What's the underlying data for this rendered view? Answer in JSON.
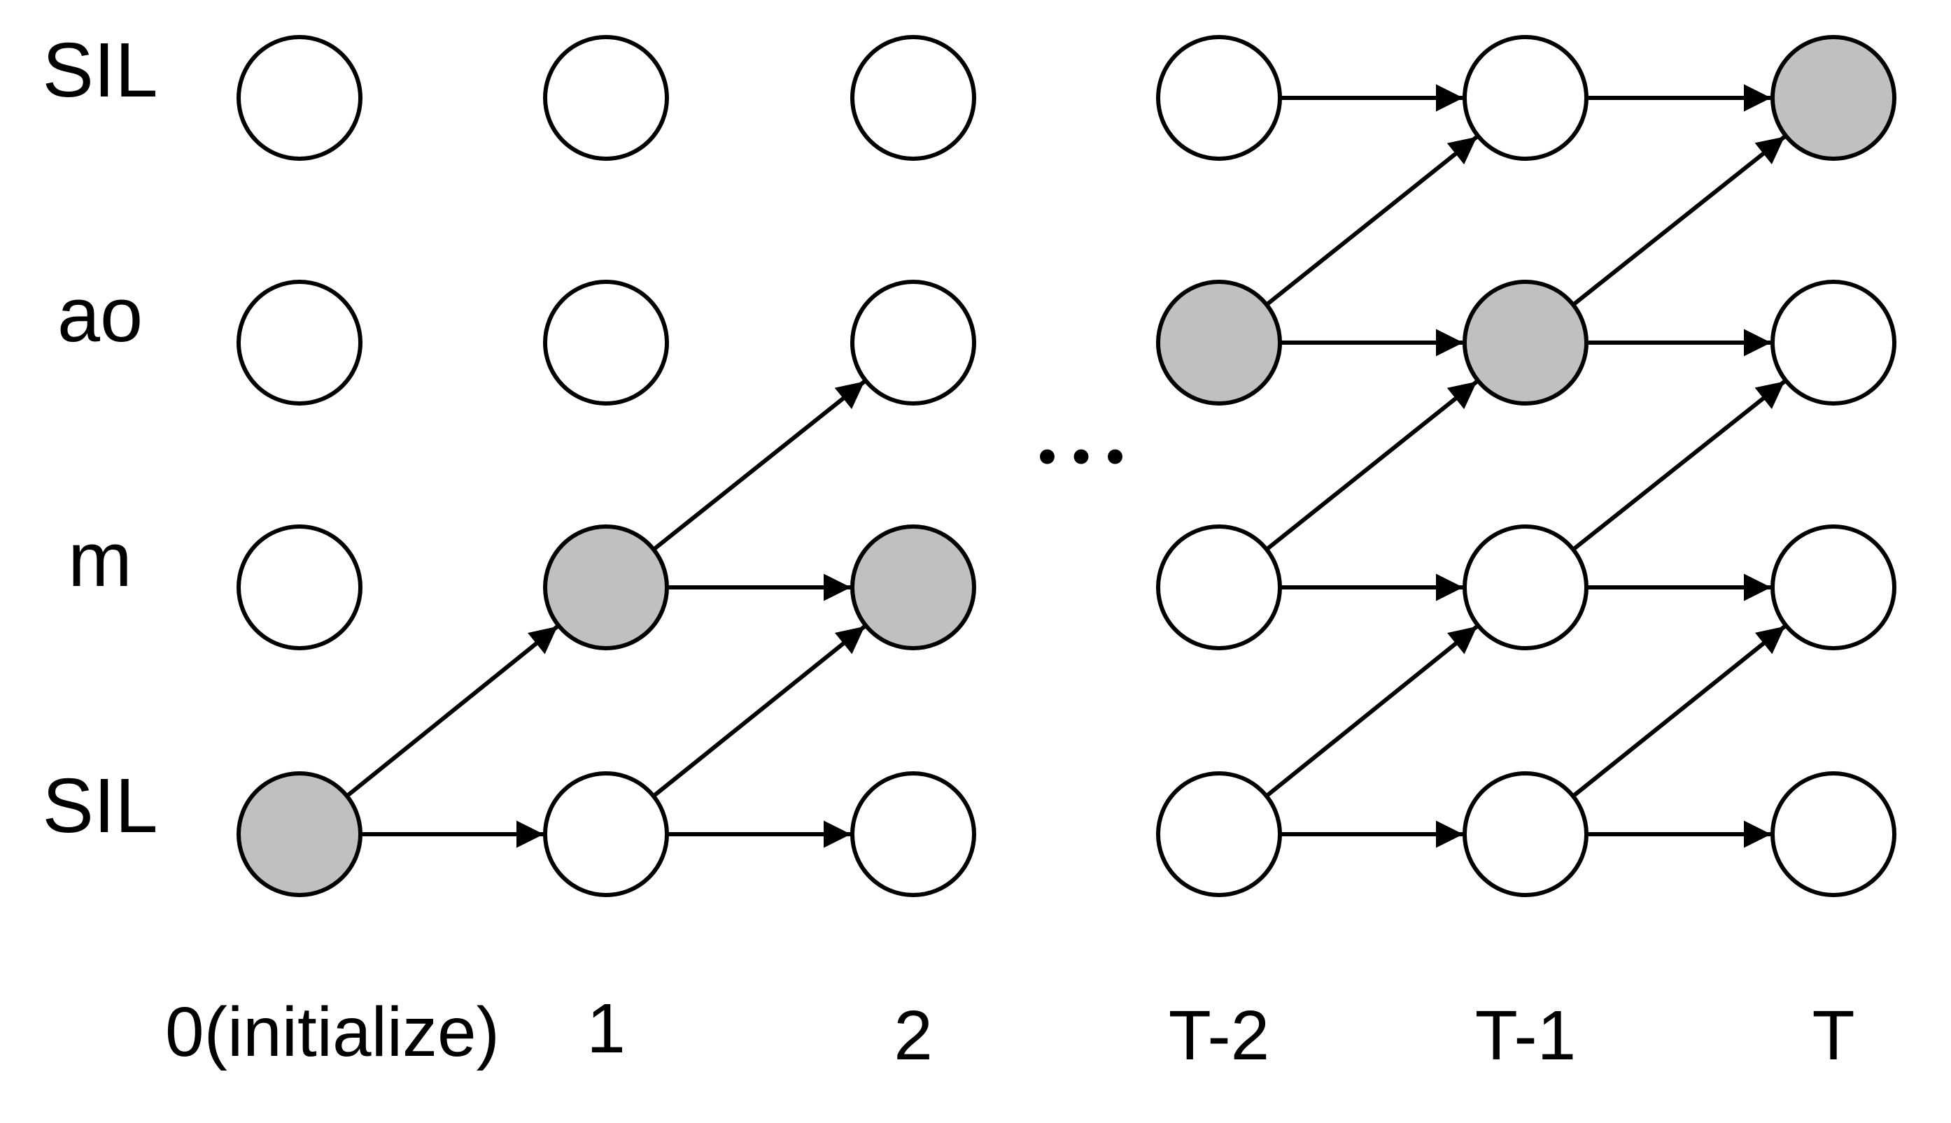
{
  "state_labels": [
    "SIL",
    "ao",
    "m",
    "SIL"
  ],
  "time_labels": [
    "0(initialize)",
    "1",
    "2",
    "T-2",
    "T-1",
    "T"
  ],
  "ellipsis": "•••",
  "colors": {
    "filled_node": "#c0c0c0",
    "empty_node": "#ffffff",
    "stroke": "#000000"
  },
  "filled_nodes": [
    {
      "column": 0,
      "row": 3
    },
    {
      "column": 1,
      "row": 2
    },
    {
      "column": 2,
      "row": 2
    },
    {
      "column": 3,
      "row": 1
    },
    {
      "column": 4,
      "row": 1
    },
    {
      "column": 5,
      "row": 0
    }
  ],
  "edges": [
    {
      "from": [
        0,
        3
      ],
      "to": [
        1,
        3
      ]
    },
    {
      "from": [
        0,
        3
      ],
      "to": [
        1,
        2
      ]
    },
    {
      "from": [
        1,
        3
      ],
      "to": [
        2,
        3
      ]
    },
    {
      "from": [
        1,
        3
      ],
      "to": [
        2,
        2
      ]
    },
    {
      "from": [
        1,
        2
      ],
      "to": [
        2,
        2
      ]
    },
    {
      "from": [
        1,
        2
      ],
      "to": [
        2,
        1
      ]
    },
    {
      "from": [
        3,
        3
      ],
      "to": [
        4,
        3
      ]
    },
    {
      "from": [
        3,
        3
      ],
      "to": [
        4,
        2
      ]
    },
    {
      "from": [
        3,
        2
      ],
      "to": [
        4,
        2
      ]
    },
    {
      "from": [
        3,
        2
      ],
      "to": [
        4,
        1
      ]
    },
    {
      "from": [
        3,
        1
      ],
      "to": [
        4,
        1
      ]
    },
    {
      "from": [
        3,
        1
      ],
      "to": [
        4,
        0
      ]
    },
    {
      "from": [
        3,
        0
      ],
      "to": [
        4,
        0
      ]
    },
    {
      "from": [
        4,
        3
      ],
      "to": [
        5,
        3
      ]
    },
    {
      "from": [
        4,
        3
      ],
      "to": [
        5,
        2
      ]
    },
    {
      "from": [
        4,
        2
      ],
      "to": [
        5,
        2
      ]
    },
    {
      "from": [
        4,
        2
      ],
      "to": [
        5,
        1
      ]
    },
    {
      "from": [
        4,
        1
      ],
      "to": [
        5,
        1
      ]
    },
    {
      "from": [
        4,
        1
      ],
      "to": [
        5,
        0
      ]
    },
    {
      "from": [
        4,
        0
      ],
      "to": [
        5,
        0
      ]
    }
  ]
}
